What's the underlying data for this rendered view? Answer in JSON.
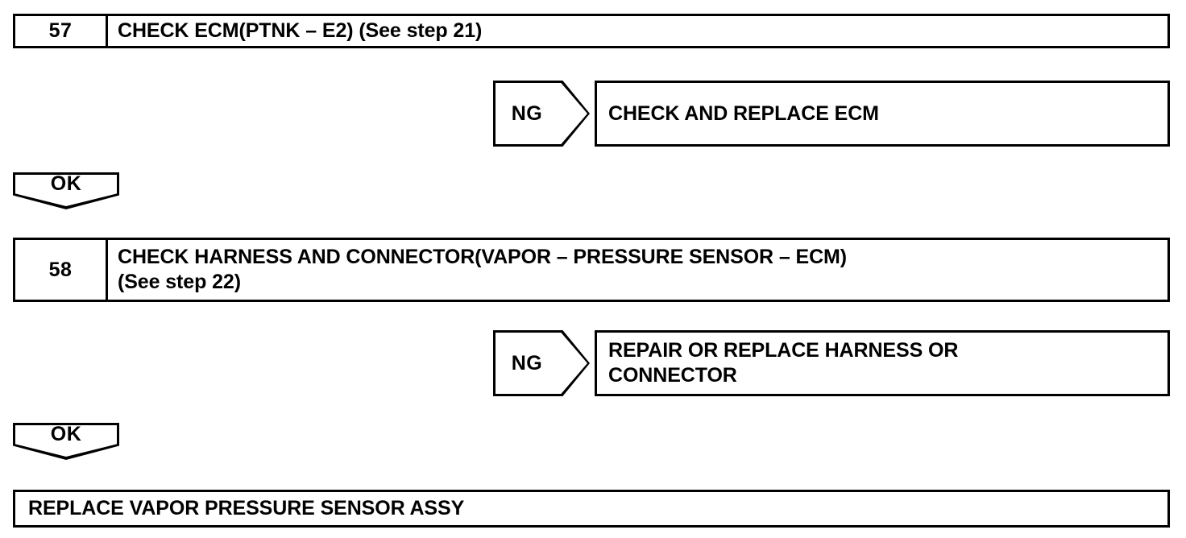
{
  "diagram": {
    "type": "troubleshooting-flowchart",
    "ink_color": "#000000",
    "background_color": "#ffffff",
    "steps": [
      {
        "number": "57",
        "title": "CHECK ECM(PTNK – E2) (See step 21)",
        "title_line_1": "CHECK ECM(PTNK – E2) (See step 21)",
        "title_line_2": "",
        "ng": {
          "label": "NG",
          "action_line_1": "CHECK AND REPLACE ECM",
          "action_line_2": ""
        },
        "ok": {
          "label": "OK"
        }
      },
      {
        "number": "58",
        "title": "CHECK HARNESS AND CONNECTOR(VAPOR – PRESSURE SENSOR – ECM) (See step 22)",
        "title_line_1": "CHECK HARNESS AND CONNECTOR(VAPOR – PRESSURE SENSOR – ECM)",
        "title_line_2": "(See step 22)",
        "ng": {
          "label": "NG",
          "action_line_1": "REPAIR OR REPLACE HARNESS OR",
          "action_line_2": "CONNECTOR"
        },
        "ok": {
          "label": "OK"
        }
      }
    ],
    "terminal": {
      "label": "REPLACE VAPOR PRESSURE SENSOR ASSY"
    }
  }
}
